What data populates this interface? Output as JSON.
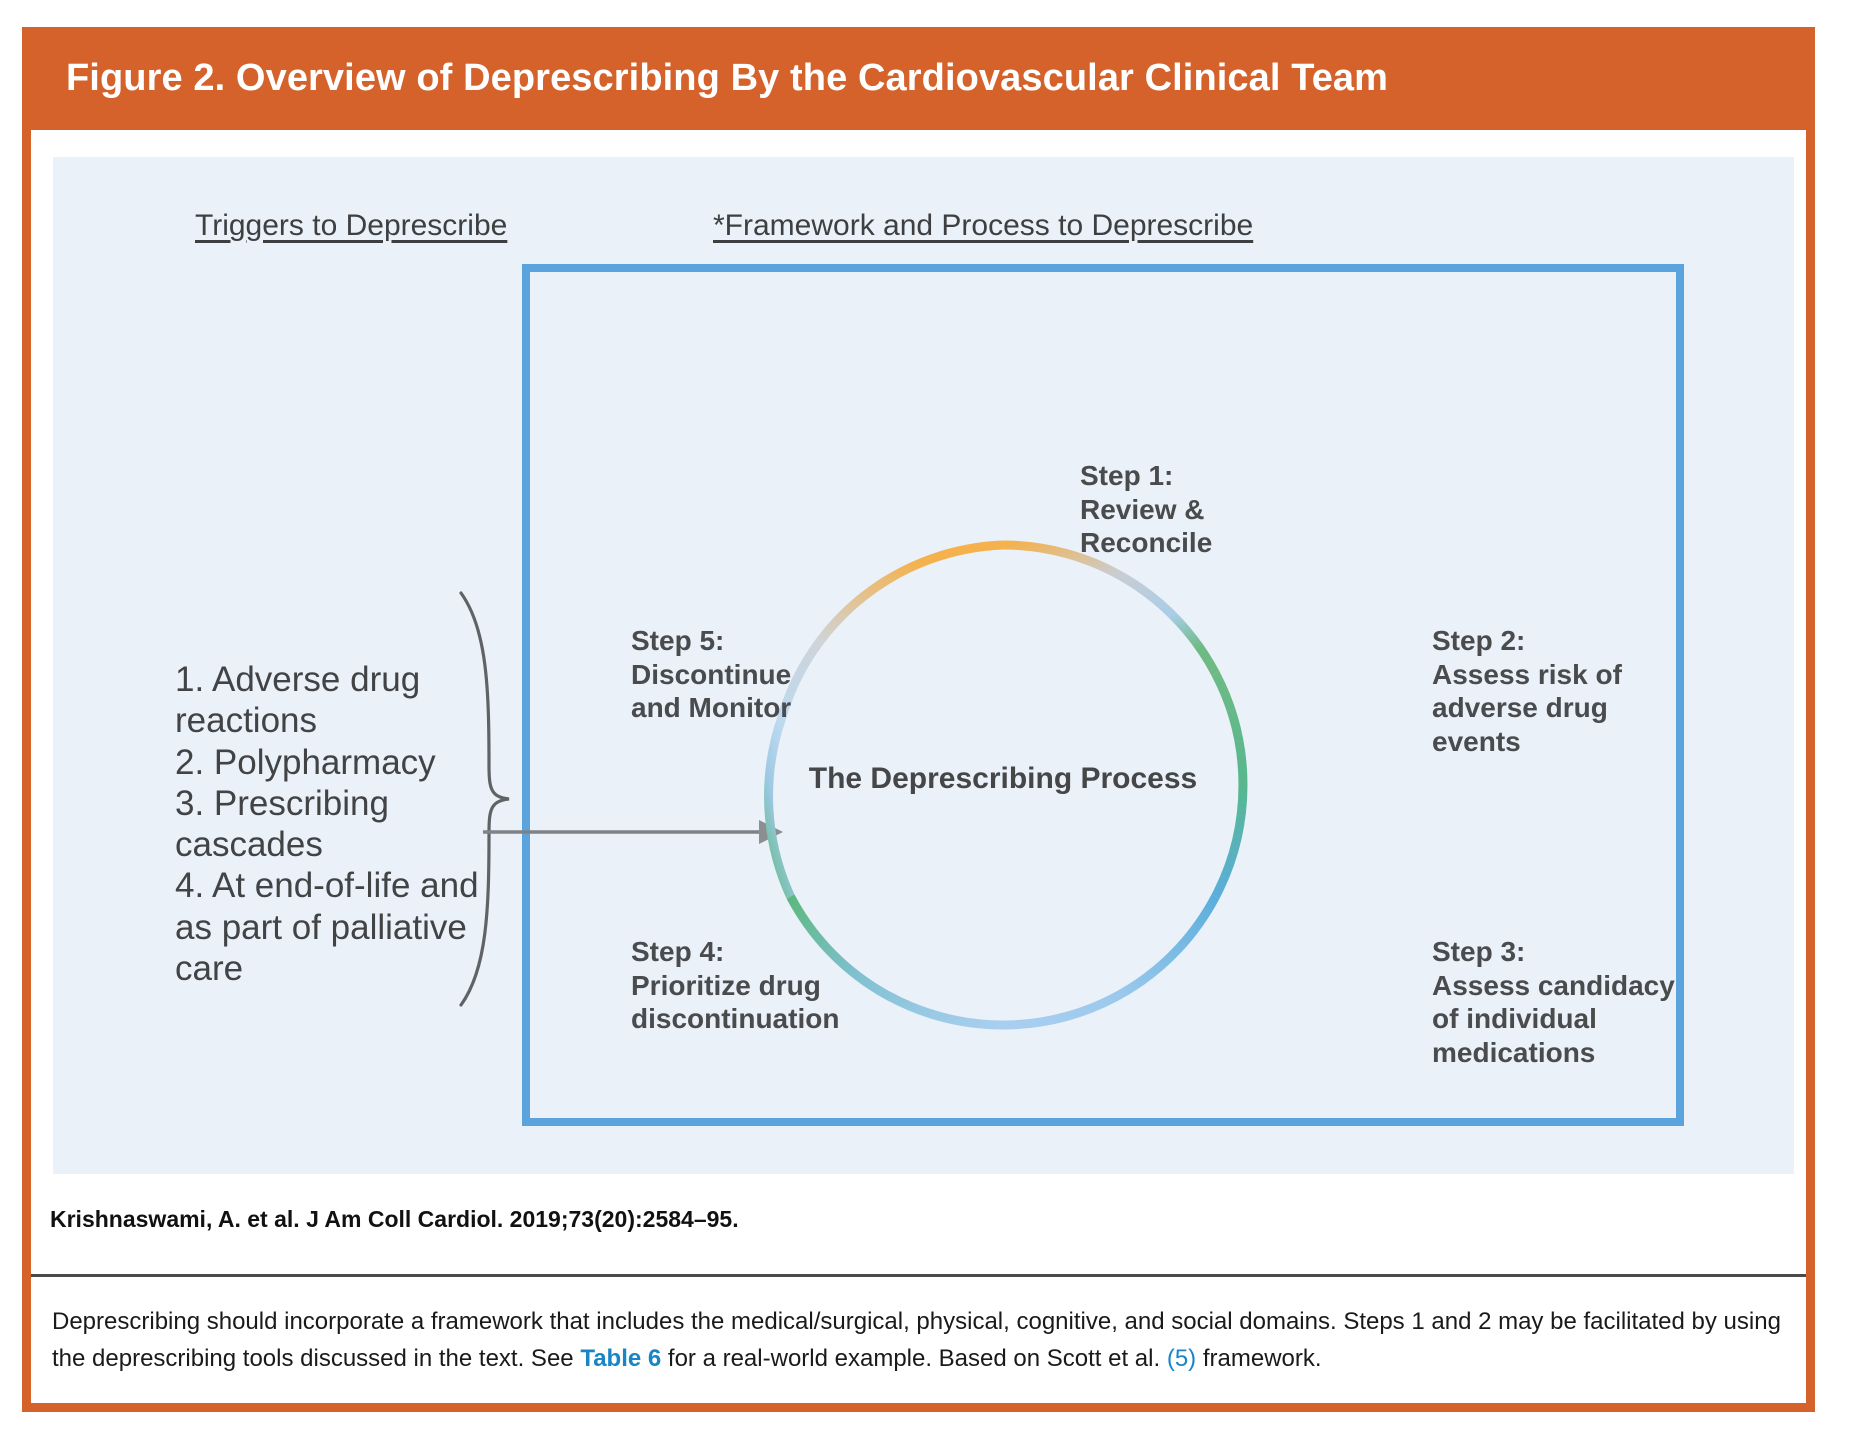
{
  "figure": {
    "title": "Figure 2. Overview of Deprescribing By the Cardiovascular Clinical Team",
    "banner_color": "#d4622a",
    "panel_color": "#eaf1f9",
    "process_box_color": "#5ba3dc"
  },
  "headings": {
    "triggers": "Triggers to Deprescribe",
    "framework": "*Framework and Process to Deprescribe"
  },
  "triggers": {
    "items_text": "1. Adverse drug reactions\n2. Polypharmacy\n3. Prescribing cascades\n4. At end-of-life and as part of palliative care",
    "items": [
      "1. Adverse drug reactions",
      "2. Polypharmacy",
      "3. Prescribing cascades",
      "4. At end-of-life and as part of palliative care"
    ]
  },
  "process": {
    "center_label": "The Deprescribing Process",
    "ring_colors": {
      "top_orange": "#f5b14c",
      "upper_gray": "#c9cdd2",
      "light_blue": "#bcd9ef",
      "green": "#61b877",
      "teal_green": "#4fb39a",
      "bottom_blue": "#6aacdf",
      "pale_blue": "#a9cff0"
    },
    "steps": [
      {
        "number": "1",
        "heading": "Step 1:",
        "body": "Review &\nReconcile"
      },
      {
        "number": "2",
        "heading": "Step 2:",
        "body": "Assess risk of\nadverse drug\nevents"
      },
      {
        "number": "3",
        "heading": "Step 3:",
        "body": "Assess candidacy\nof individual\nmedications"
      },
      {
        "number": "4",
        "heading": "Step 4:",
        "body": "Prioritize drug\ndiscontinuation"
      },
      {
        "number": "5",
        "heading": "Step 5:",
        "body": "Discontinue\nand Monitor"
      }
    ],
    "step_1_text": "Step 1:\nReview &\nReconcile",
    "step_2_text": "Step 2:\nAssess risk of\nadverse drug\nevents",
    "step_3_text": "Step 3:\nAssess candidacy\nof individual\nmedications",
    "step_4_text": "Step 4:\nPrioritize drug\ndiscontinuation",
    "step_5_text": "Step 5:\nDiscontinue\nand Monitor"
  },
  "citation": "Krishnaswami, A. et al. J Am Coll Cardiol. 2019;73(20):2584–95.",
  "footnote": {
    "part1": "Deprescribing should incorporate a framework that includes the medical/surgical, physical, cognitive, and social domains. Steps 1 and 2 may be facilitated by using the deprescribing tools discussed in the text. See ",
    "link": "Table 6",
    "part2": " for a real-world example. Based on Scott et al. ",
    "ref": "(5)",
    "part3": " framework."
  }
}
